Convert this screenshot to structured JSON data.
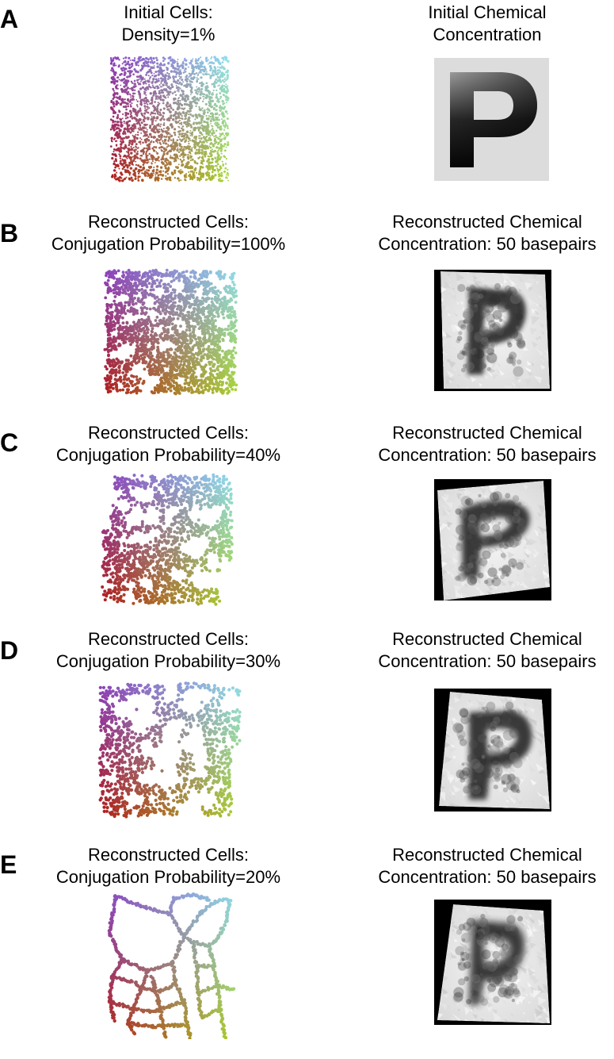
{
  "panels": [
    {
      "letter": "A",
      "left_title": [
        "Initial Cells:",
        "Density=1%"
      ],
      "right_title": [
        "Initial Chemical",
        "Concentration"
      ]
    },
    {
      "letter": "B",
      "left_title": [
        "Reconstructed Cells:",
        "Conjugation Probability=100%"
      ],
      "right_title": [
        "Reconstructed Chemical",
        "Concentration: 50 basepairs"
      ]
    },
    {
      "letter": "C",
      "left_title": [
        "Reconstructed Cells:",
        "Conjugation Probability=40%"
      ],
      "right_title": [
        "Reconstructed Chemical",
        "Concentration: 50 basepairs"
      ]
    },
    {
      "letter": "D",
      "left_title": [
        "Reconstructed Cells:",
        "Conjugation Probability=30%"
      ],
      "right_title": [
        "Reconstructed Chemical",
        "Concentration: 50 basepairs"
      ]
    },
    {
      "letter": "E",
      "left_title": [
        "Reconstructed Cells:",
        "Conjugation Probability=20%"
      ],
      "right_title": [
        "Reconstructed Chemical",
        "Concentration: 50 basepairs"
      ]
    }
  ],
  "colors": {
    "top_left": "#8a3fc0",
    "top_right": "#8fe0f0",
    "bottom_left": "#b01818",
    "bottom_right": "#a8d830",
    "chem_background_initial": "#dcdcdc",
    "chem_background_reconstructed": "#000000"
  }
}
